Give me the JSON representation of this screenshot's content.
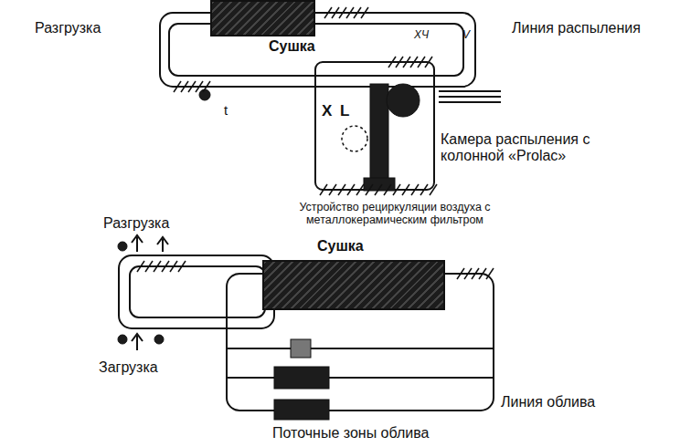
{
  "diagram": {
    "nodes": [
      {
        "text": [
          "Сушка"
        ]
      },
      {
        "text": [
          "Сушка"
        ]
      }
    ],
    "labels": [
      "Разгрузка",
      "Линия распыления",
      "XЧ",
      "V",
      "t",
      "X",
      "L",
      "Камера распыления с колонной «Prolac»",
      "Устройство рециркуляции воздуха с металлокерамическим фильтром",
      "Разгрузка",
      "Загрузка",
      "Линия облива",
      "Поточные зоны облива"
    ]
  }
}
